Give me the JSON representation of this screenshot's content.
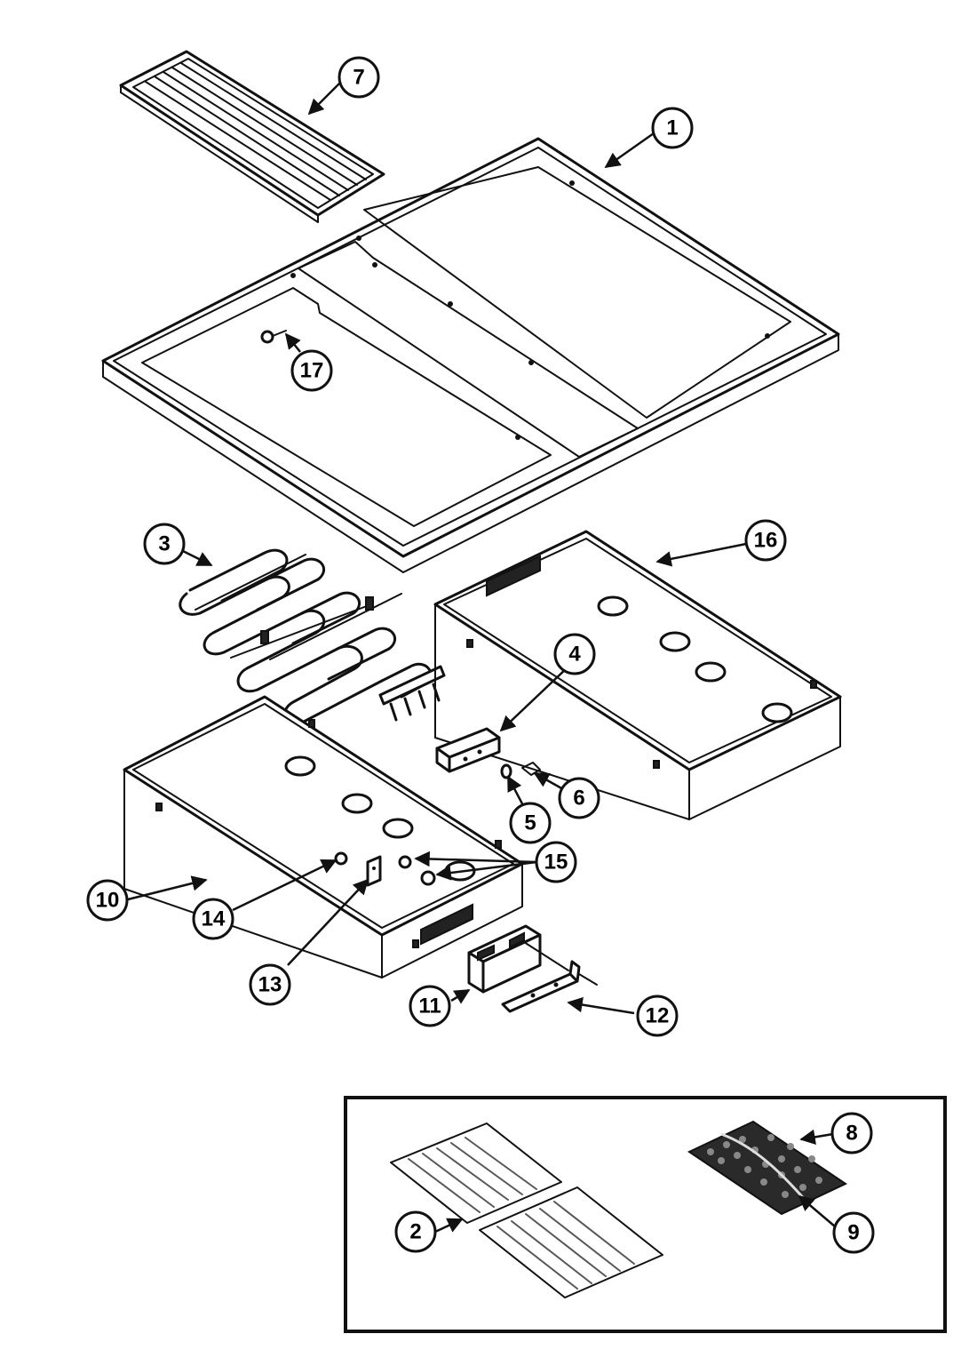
{
  "diagram": {
    "callouts": [
      {
        "id": "7",
        "label": "7"
      },
      {
        "id": "1",
        "label": "1"
      },
      {
        "id": "17",
        "label": "17"
      },
      {
        "id": "3",
        "label": "3"
      },
      {
        "id": "16",
        "label": "16"
      },
      {
        "id": "4",
        "label": "4"
      },
      {
        "id": "6",
        "label": "6"
      },
      {
        "id": "5",
        "label": "5"
      },
      {
        "id": "15",
        "label": "15"
      },
      {
        "id": "10",
        "label": "10"
      },
      {
        "id": "14",
        "label": "14"
      },
      {
        "id": "13",
        "label": "13"
      },
      {
        "id": "11",
        "label": "11"
      },
      {
        "id": "12",
        "label": "12"
      },
      {
        "id": "8",
        "label": "8"
      },
      {
        "id": "9",
        "label": "9"
      },
      {
        "id": "2",
        "label": "2"
      }
    ]
  }
}
